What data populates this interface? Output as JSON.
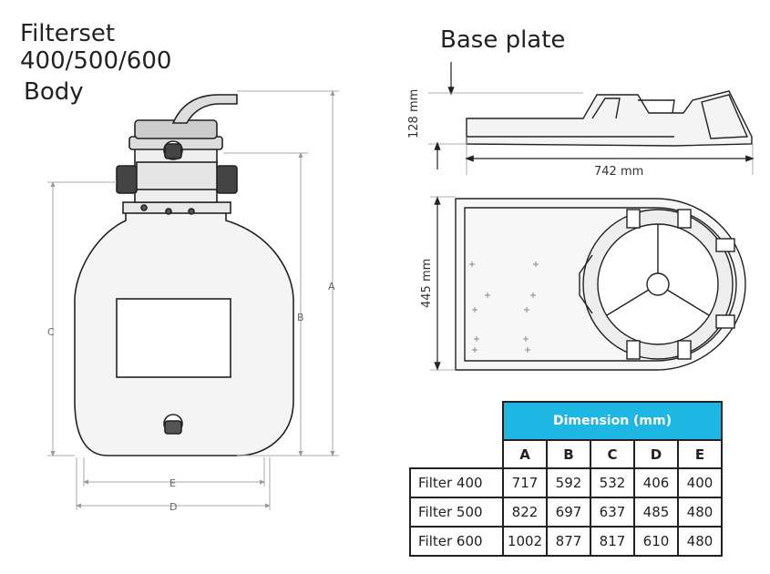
{
  "titles": {
    "line1": "Filterset",
    "line2": "400/500/600",
    "line3": "Body",
    "base_plate": "Base plate"
  },
  "body_dimension_letters": {
    "a": "A",
    "b": "B",
    "c": "C",
    "d": "D",
    "e": "E"
  },
  "base_plate_dimensions": {
    "height": "128 mm",
    "length": "742 mm",
    "width": "445 mm"
  },
  "table": {
    "header": "Dimension (mm)",
    "columns": [
      "A",
      "B",
      "C",
      "D",
      "E"
    ],
    "rows": [
      {
        "label": "Filter 400",
        "values": [
          "717",
          "592",
          "532",
          "406",
          "400"
        ]
      },
      {
        "label": "Filter 500",
        "values": [
          "822",
          "697",
          "637",
          "485",
          "480"
        ]
      },
      {
        "label": "Filter 600",
        "values": [
          "1002",
          "877",
          "817",
          "610",
          "480"
        ]
      }
    ]
  },
  "colors": {
    "table_header": "#1eb6e3",
    "lines": "#222222",
    "dimension_lines": "#aaaaaa"
  }
}
